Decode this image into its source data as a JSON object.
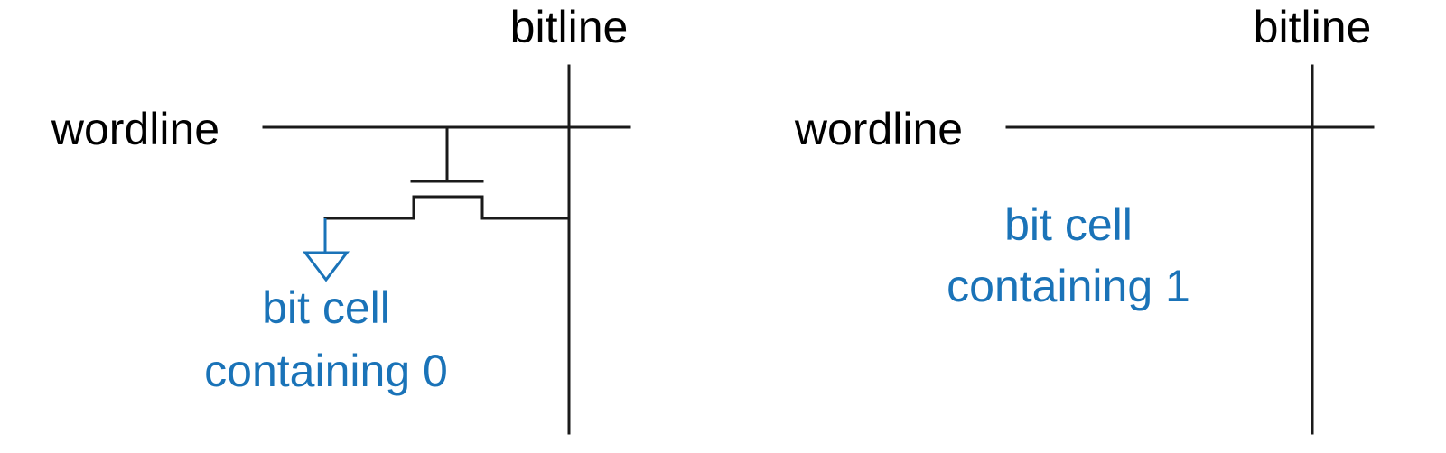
{
  "colors": {
    "wire": "#1a1a1a",
    "label": "#000000",
    "accent": "#1a73b8"
  },
  "cells": [
    {
      "id": "cell-0",
      "bitline_label": "bitline",
      "wordline_label": "wordline",
      "caption_line1": "bit cell",
      "caption_line2": "containing 0",
      "has_transistor": true,
      "icons": [
        "nmos-transistor-icon",
        "ground-icon"
      ]
    },
    {
      "id": "cell-1",
      "bitline_label": "bitline",
      "wordline_label": "wordline",
      "caption_line1": "bit cell",
      "caption_line2": "containing 1",
      "has_transistor": false
    }
  ]
}
